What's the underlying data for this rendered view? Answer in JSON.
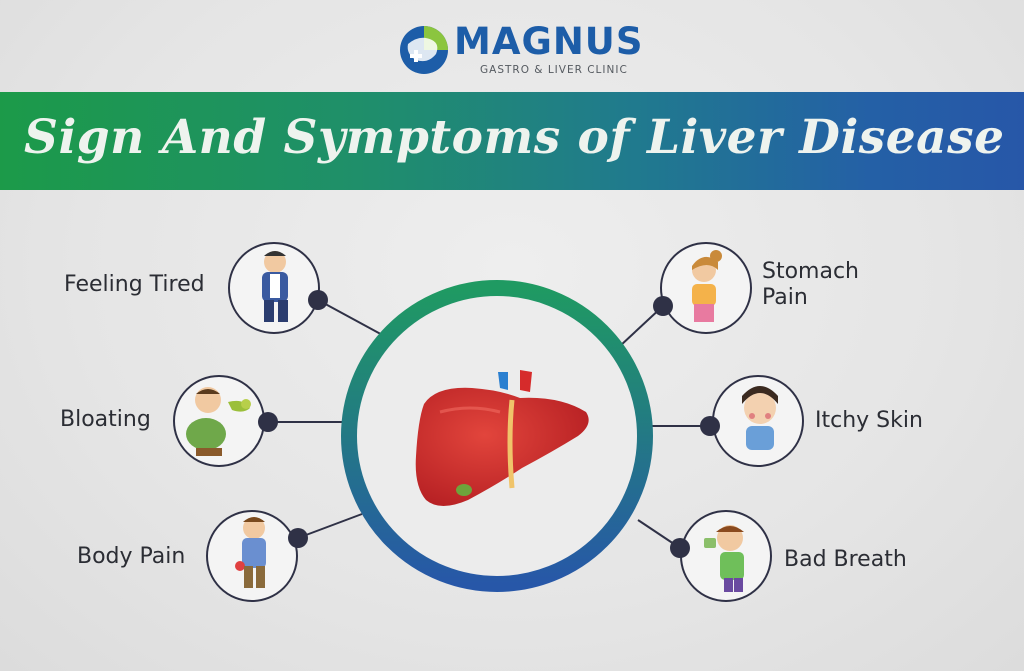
{
  "logo": {
    "name": "MAGNUS",
    "tagline": "GASTRO & LIVER CLINIC",
    "colors": {
      "blue": "#1d5da8",
      "green": "#8bc53f"
    }
  },
  "banner": {
    "title": "Sign And Symptoms of Liver Disease",
    "gradient_start": "#1c9a49",
    "gradient_end": "#2757a8"
  },
  "center": {
    "icon": "liver-illustration",
    "ring_gradient_start": "#1f9a62",
    "ring_gradient_end": "#2757a8"
  },
  "symptoms": {
    "left": [
      {
        "label": "Feeling Tired",
        "icon": "tired-man-icon"
      },
      {
        "label": "Bloating",
        "icon": "bloating-man-icon"
      },
      {
        "label": "Body Pain",
        "icon": "body-pain-man-icon"
      }
    ],
    "right": [
      {
        "label": "Stomach Pain",
        "icon": "stomach-pain-woman-icon"
      },
      {
        "label": "Itchy Skin",
        "icon": "itchy-skin-girl-icon"
      },
      {
        "label": "Bad Breath",
        "icon": "bad-breath-boy-icon"
      }
    ]
  },
  "colors": {
    "background": "#e7e7e7",
    "connector": "#2f3146",
    "dot": "#2f3146",
    "label_text": "#2b2d34"
  }
}
